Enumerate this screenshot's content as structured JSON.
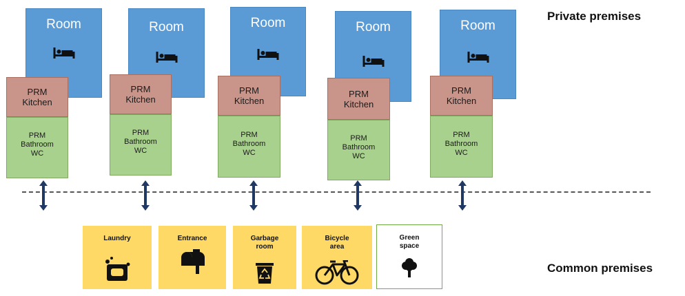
{
  "private": {
    "heading": "Private premises",
    "units": [
      {
        "room": "Room",
        "kitchen": [
          "PRM",
          "Kitchen"
        ],
        "bathroom": [
          "PRM",
          "Bathroom",
          "WC"
        ]
      },
      {
        "room": "Room",
        "kitchen": [
          "PRM",
          "Kitchen"
        ],
        "bathroom": [
          "PRM",
          "Bathroom",
          "WC"
        ]
      },
      {
        "room": "Room",
        "kitchen": [
          "PRM",
          "Kitchen"
        ],
        "bathroom": [
          "PRM",
          "Bathroom",
          "WC"
        ]
      },
      {
        "room": "Room",
        "kitchen": [
          "PRM",
          "Kitchen"
        ],
        "bathroom": [
          "PRM",
          "Bathroom",
          "WC"
        ]
      },
      {
        "room": "Room",
        "kitchen": [
          "PRM",
          "Kitchen"
        ],
        "bathroom": [
          "PRM",
          "Bathroom",
          "WC"
        ]
      }
    ]
  },
  "common": {
    "heading": "Common premises",
    "items": [
      {
        "label": [
          "Laundry"
        ],
        "icon": "laundry-icon",
        "color": "#ffd966"
      },
      {
        "label": [
          "Entrance"
        ],
        "icon": "mailbox-icon",
        "color": "#ffd966"
      },
      {
        "label": [
          "Garbage",
          "room"
        ],
        "icon": "recycle-bin-icon",
        "color": "#ffd966"
      },
      {
        "label": [
          "Bicycle",
          "area"
        ],
        "icon": "bicycle-icon",
        "color": "#ffd966"
      },
      {
        "label": [
          "Green",
          "space"
        ],
        "icon": "tree-icon",
        "color": "#ffffff"
      }
    ]
  },
  "colors": {
    "room": "#5b9bd5",
    "kitchen": "#c9958a",
    "bathroom": "#a9d18e",
    "common": "#ffd966",
    "arrow": "#1f3864"
  }
}
